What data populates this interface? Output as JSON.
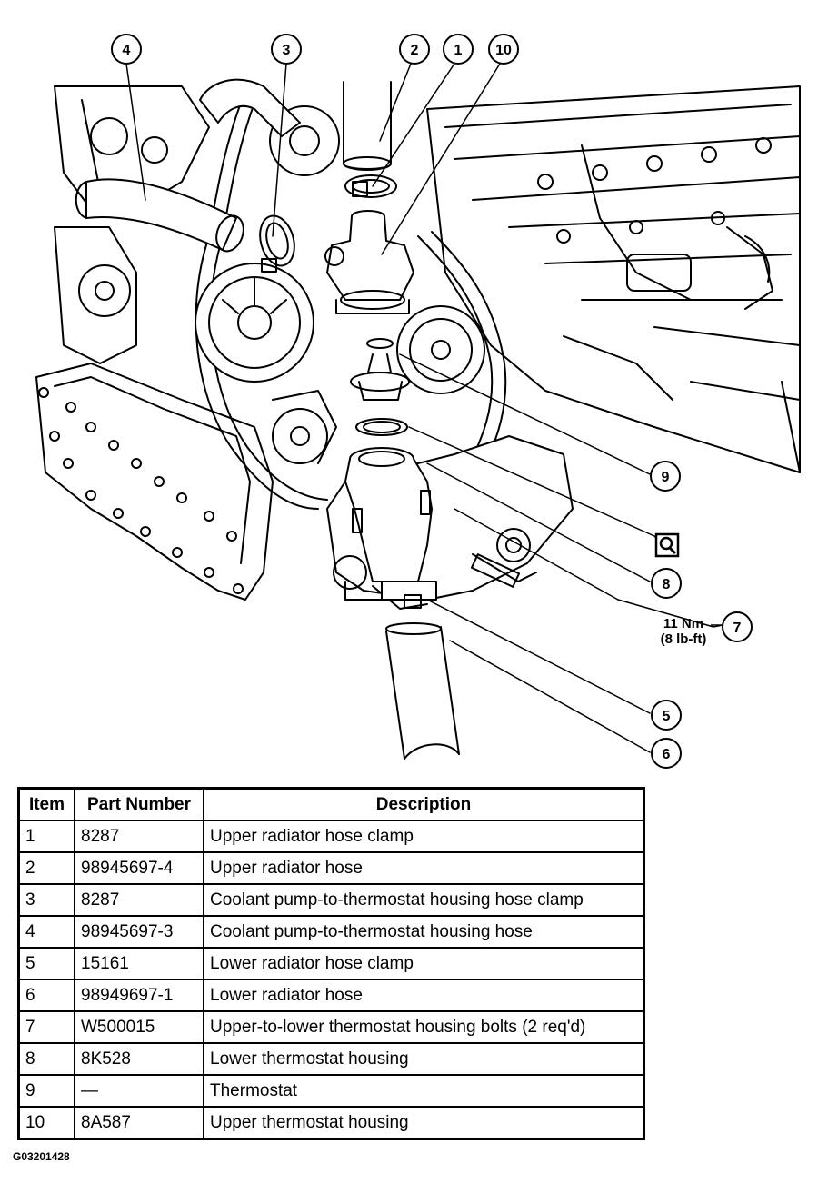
{
  "callouts": {
    "c1": "1",
    "c2": "2",
    "c3": "3",
    "c4": "4",
    "c5": "5",
    "c6": "6",
    "c7": "7",
    "c8": "8",
    "c9": "9",
    "c10": "10"
  },
  "torque": {
    "nm": "11 Nm",
    "lbft": "(8 lb-ft)"
  },
  "table": {
    "headers": {
      "item": "Item",
      "part_number": "Part Number",
      "description": "Description"
    },
    "rows": [
      {
        "item": "1",
        "part": "8287",
        "desc": "Upper radiator hose clamp"
      },
      {
        "item": "2",
        "part": "98945697-4",
        "desc": "Upper radiator hose"
      },
      {
        "item": "3",
        "part": "8287",
        "desc": "Coolant pump-to-thermostat housing hose clamp"
      },
      {
        "item": "4",
        "part": "98945697-3",
        "desc": "Coolant pump-to-thermostat housing hose"
      },
      {
        "item": "5",
        "part": "15161",
        "desc": "Lower radiator hose clamp"
      },
      {
        "item": "6",
        "part": "98949697-1",
        "desc": "Lower radiator hose"
      },
      {
        "item": "7",
        "part": "W500015",
        "desc": "Upper-to-lower thermostat housing bolts (2 req'd)"
      },
      {
        "item": "8",
        "part": "8K528",
        "desc": "Lower thermostat housing"
      },
      {
        "item": "9",
        "part": "—",
        "desc": "Thermostat"
      },
      {
        "item": "10",
        "part": "8A587",
        "desc": "Upper thermostat housing"
      }
    ]
  },
  "figure_id": "G03201428"
}
